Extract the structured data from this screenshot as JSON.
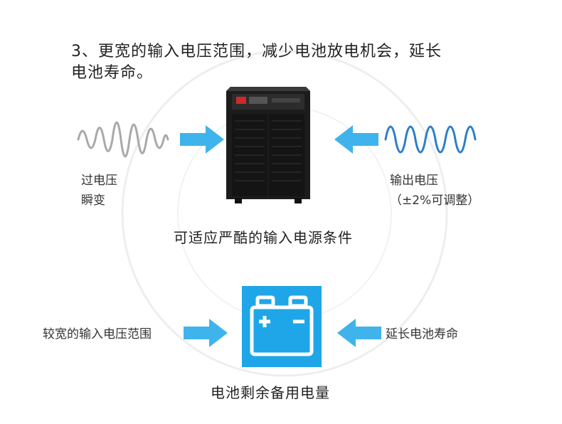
{
  "heading": {
    "line1": "3、更宽的输入电压范围，减少电池放电机会，延长",
    "line2": "电池寿命。"
  },
  "top_section": {
    "left_label": {
      "line1": "过电压",
      "line2": "瞬变"
    },
    "right_label": {
      "line1": "输出电压",
      "line2": "（±2%可调整）"
    },
    "caption": "可适应严酷的输入电源条件"
  },
  "bottom_section": {
    "left_label": "较宽的输入电压范围",
    "right_label": "延长电池寿命",
    "caption": "电池剩余备用电量"
  },
  "icons": {
    "left_wave": "noisy-sine-wave-icon",
    "right_wave": "clean-sine-wave-icon",
    "arrows": "right-arrow-icon / left-arrow-icon",
    "ups": "ups-tower-icon",
    "battery": "battery-icon"
  },
  "colors": {
    "arrow_blue": "#3fb4ec",
    "wave_blue": "#2d7fc9",
    "wave_gray": "#a9a9a9",
    "battery_bg": "#1ea6e8",
    "ups_body": "#1c1c1c"
  }
}
